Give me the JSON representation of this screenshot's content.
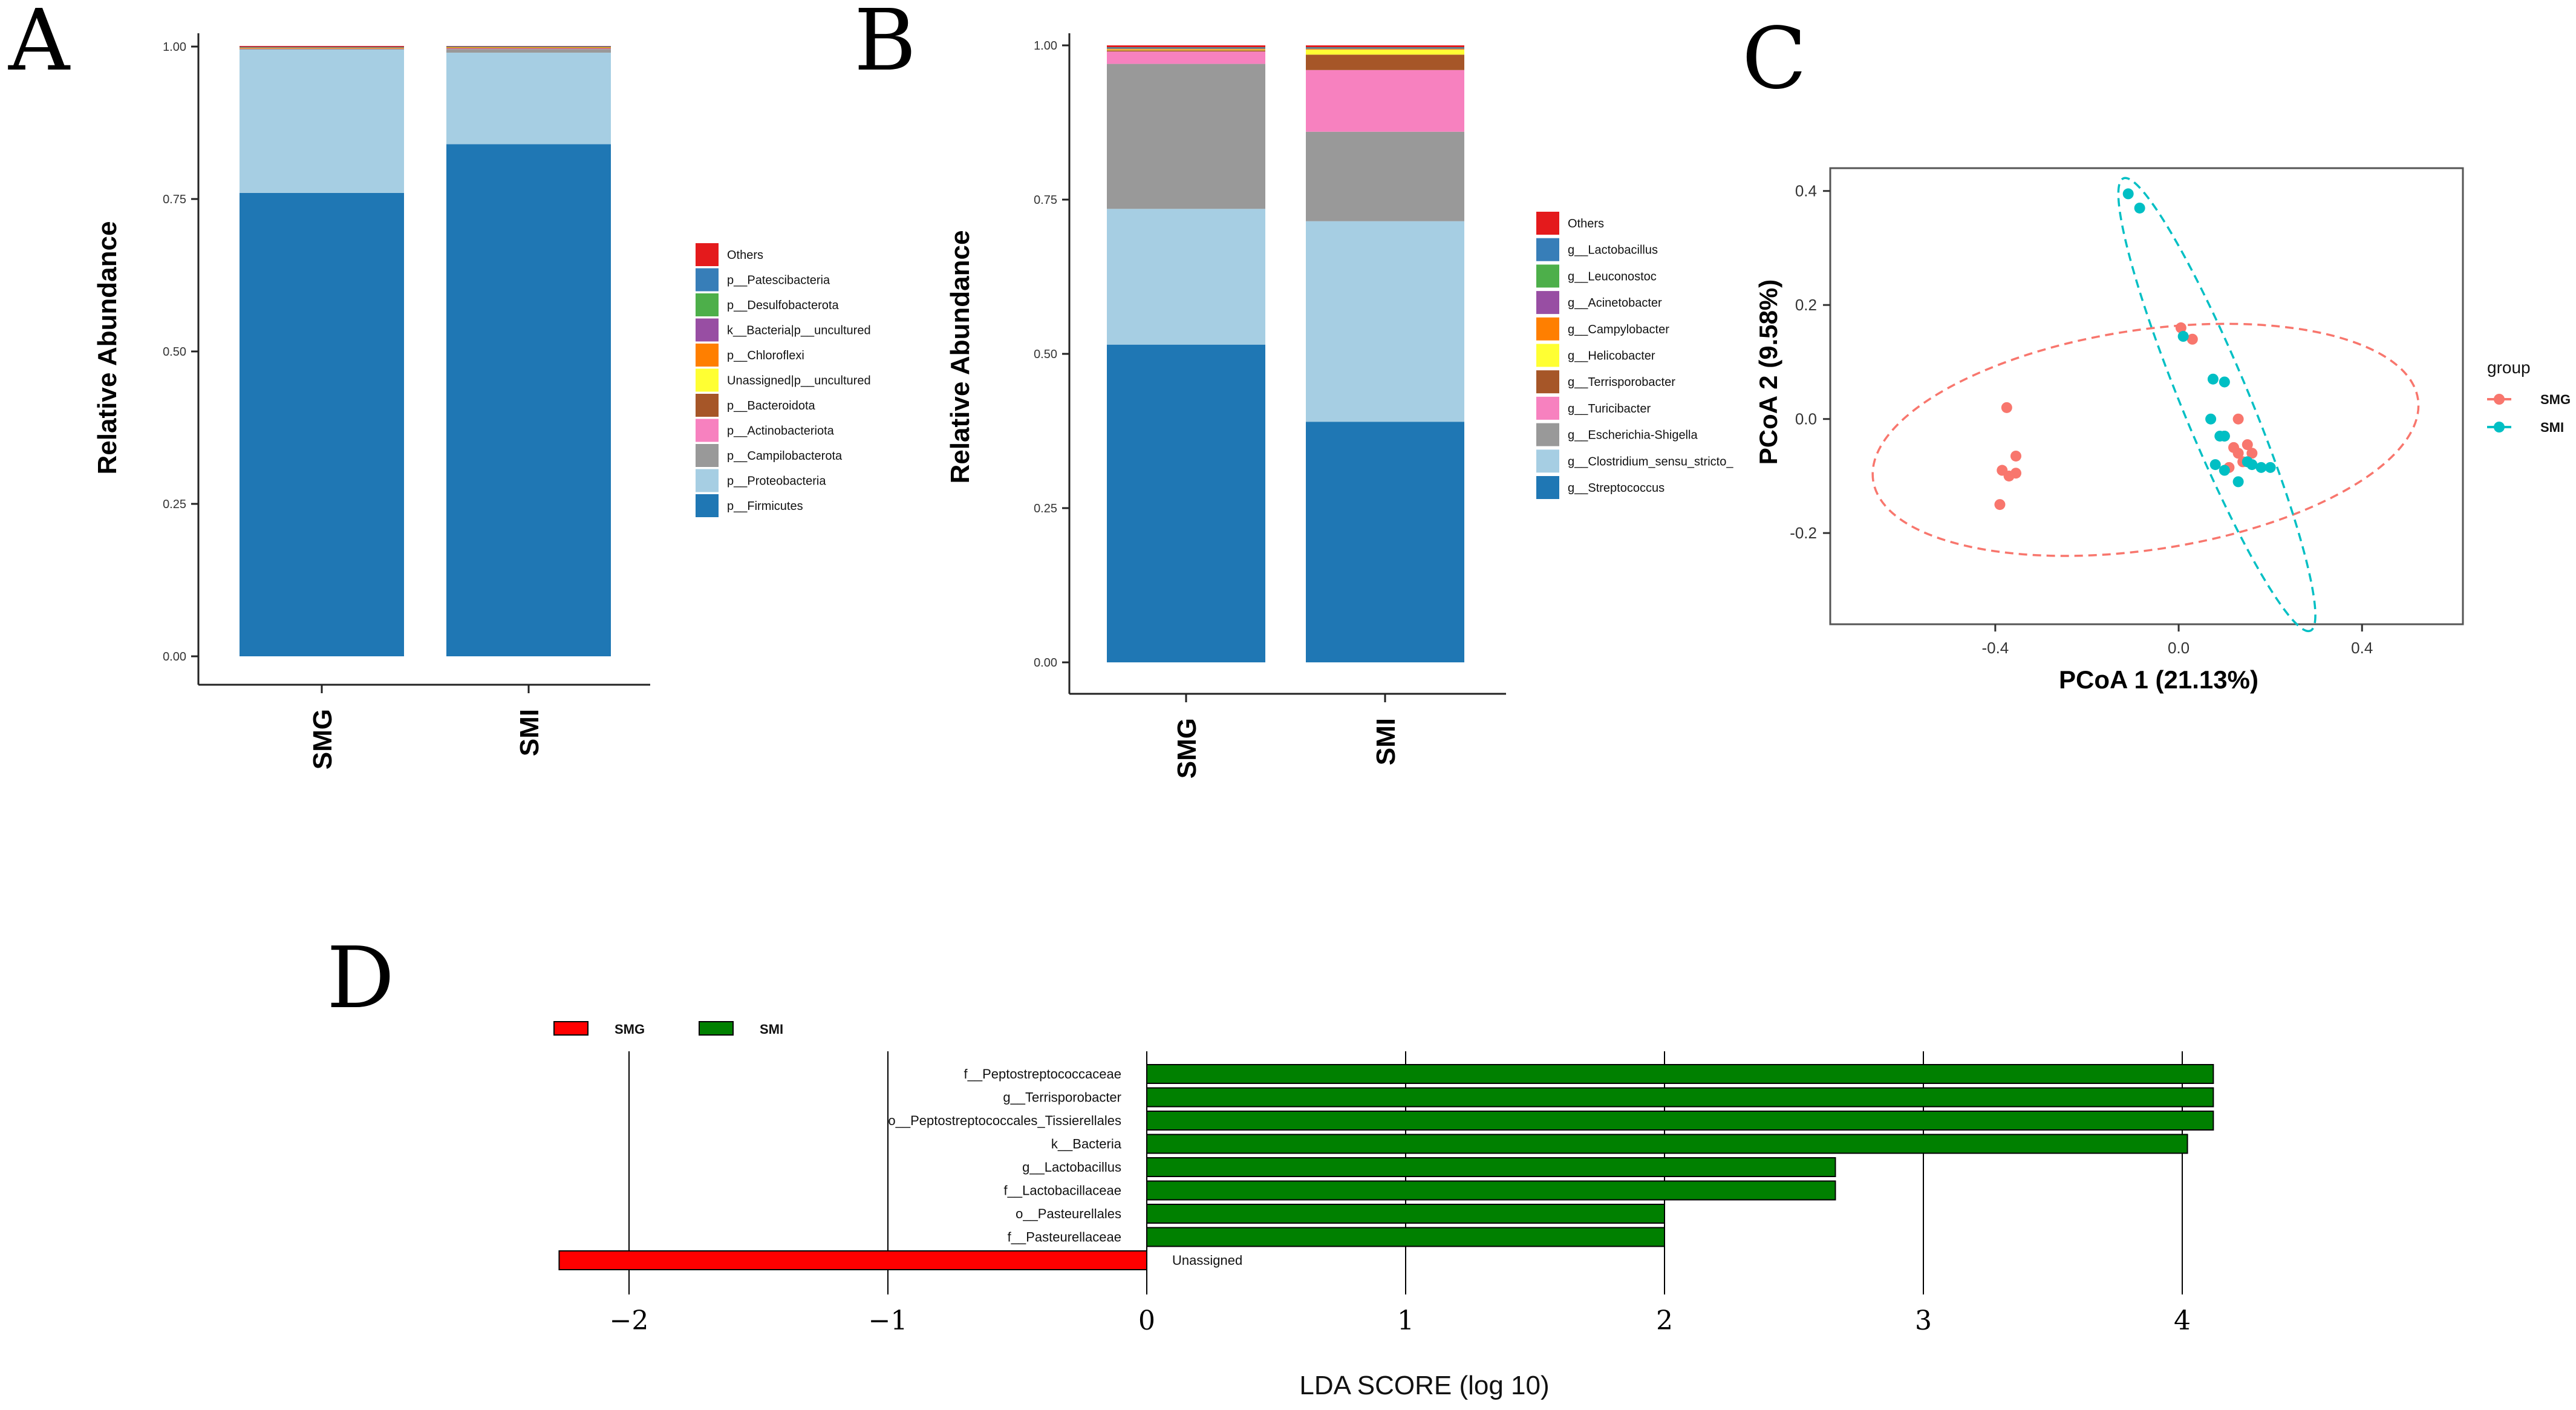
{
  "panels": {
    "a": "A",
    "b": "B",
    "c": "C",
    "d": "D"
  },
  "chart_data": [
    {
      "panel": "A",
      "type": "bar",
      "stacked": true,
      "ylabel": "Relative Abundance",
      "xlabel": "",
      "ylim": [
        0,
        1
      ],
      "yticks": [
        "0.00",
        "0.25",
        "0.50",
        "0.75",
        "1.00"
      ],
      "categories": [
        "SMG",
        "SMI"
      ],
      "legend_position": "right",
      "series": [
        {
          "name": "p__Firmicutes",
          "color": "#1f77b4",
          "values": [
            0.76,
            0.84
          ]
        },
        {
          "name": "p__Proteobacteria",
          "color": "#a6cee3",
          "values": [
            0.235,
            0.15
          ]
        },
        {
          "name": "p__Campilobacterota",
          "color": "#999999",
          "values": [
            0.001,
            0.006
          ]
        },
        {
          "name": "p__Actinobacteriota",
          "color": "#f781bf",
          "values": [
            0.0005,
            0.001
          ]
        },
        {
          "name": "p__Bacteroidota",
          "color": "#a65628",
          "values": [
            0.0005,
            0.001
          ]
        },
        {
          "name": "Unassigned|p__uncultured",
          "color": "#ffff33",
          "values": [
            0.0005,
            0.0005
          ]
        },
        {
          "name": "p__Chloroflexi",
          "color": "#ff7f00",
          "values": [
            0.0005,
            0.0005
          ]
        },
        {
          "name": "k__Bacteria|p__uncultured",
          "color": "#984ea3",
          "values": [
            0.0005,
            0.0005
          ]
        },
        {
          "name": "p__Desulfobacterota",
          "color": "#4daf4a",
          "values": [
            0.0005,
            0.0005
          ]
        },
        {
          "name": "p__Patescibacteria",
          "color": "#377eb8",
          "values": [
            0.0005,
            0.0005
          ]
        },
        {
          "name": "Others",
          "color": "#e41a1c",
          "values": [
            0.0015,
            0.0005
          ]
        }
      ]
    },
    {
      "panel": "B",
      "type": "bar",
      "stacked": true,
      "ylabel": "Relative Abundance",
      "xlabel": "",
      "ylim": [
        0,
        1
      ],
      "yticks": [
        "0.00",
        "0.25",
        "0.50",
        "0.75",
        "1.00"
      ],
      "categories": [
        "SMG",
        "SMI"
      ],
      "legend_position": "right",
      "series": [
        {
          "name": "g__Streptococcus",
          "color": "#1f77b4",
          "values": [
            0.515,
            0.39
          ]
        },
        {
          "name": "g__Clostridium_sensu_stricto_",
          "color": "#a6cee3",
          "values": [
            0.22,
            0.325
          ]
        },
        {
          "name": "g__Escherichia-Shigella",
          "color": "#999999",
          "values": [
            0.235,
            0.145
          ]
        },
        {
          "name": "g__Turicibacter",
          "color": "#f781bf",
          "values": [
            0.02,
            0.1
          ]
        },
        {
          "name": "g__Terrisporobacter",
          "color": "#a65628",
          "values": [
            0.002,
            0.025
          ]
        },
        {
          "name": "g__Helicobacter",
          "color": "#ffff33",
          "values": [
            0.001,
            0.008
          ]
        },
        {
          "name": "g__Campylobacter",
          "color": "#ff7f00",
          "values": [
            0.001,
            0.001
          ]
        },
        {
          "name": "g__Acinetobacter",
          "color": "#984ea3",
          "values": [
            0.001,
            0.001
          ]
        },
        {
          "name": "g__Leuconostoc",
          "color": "#4daf4a",
          "values": [
            0.001,
            0.001
          ]
        },
        {
          "name": "g__Lactobacillus",
          "color": "#377eb8",
          "values": [
            0.001,
            0.001
          ]
        },
        {
          "name": "Others",
          "color": "#e41a1c",
          "values": [
            0.003,
            0.003
          ]
        }
      ]
    },
    {
      "panel": "C",
      "type": "scatter",
      "xlabel": "PCoA 1 (21.13%)",
      "ylabel": "PCoA 2 (9.58%)",
      "xlim": [
        -0.76,
        0.62
      ],
      "ylim": [
        -0.36,
        0.44
      ],
      "xticks": [
        -0.4,
        0.0,
        0.4
      ],
      "yticks": [
        -0.2,
        0.0,
        0.2,
        0.4
      ],
      "xtick_labels": [
        "-0.4",
        "0.0",
        "0.4"
      ],
      "ytick_labels": [
        "-0.2",
        "0.0",
        "0.2",
        "0.4"
      ],
      "legend_title": "group",
      "legend_position": "right",
      "ellipses": true,
      "series": [
        {
          "name": "SMG",
          "color": "#f8766d",
          "points": [
            [
              -0.375,
              0.02
            ],
            [
              -0.385,
              -0.09
            ],
            [
              -0.39,
              -0.15
            ],
            [
              -0.37,
              -0.1
            ],
            [
              -0.355,
              -0.065
            ],
            [
              -0.355,
              -0.095
            ],
            [
              0.005,
              0.16
            ],
            [
              0.03,
              0.14
            ],
            [
              0.1,
              -0.03
            ],
            [
              0.12,
              -0.05
            ],
            [
              0.13,
              -0.06
            ],
            [
              0.15,
              -0.045
            ],
            [
              0.16,
              -0.06
            ],
            [
              0.13,
              0.0
            ],
            [
              0.11,
              -0.085
            ],
            [
              0.14,
              -0.075
            ]
          ]
        },
        {
          "name": "SMI",
          "color": "#00bfc4",
          "points": [
            [
              -0.11,
              0.395
            ],
            [
              -0.085,
              0.37
            ],
            [
              0.01,
              0.145
            ],
            [
              0.075,
              0.07
            ],
            [
              0.1,
              0.065
            ],
            [
              0.07,
              0.0
            ],
            [
              0.09,
              -0.03
            ],
            [
              0.08,
              -0.08
            ],
            [
              0.1,
              -0.09
            ],
            [
              0.13,
              -0.11
            ],
            [
              0.16,
              -0.08
            ],
            [
              0.18,
              -0.085
            ],
            [
              0.2,
              -0.085
            ],
            [
              0.15,
              -0.075
            ],
            [
              0.1,
              -0.03
            ]
          ]
        }
      ]
    },
    {
      "panel": "D",
      "type": "bar",
      "orientation": "horizontal",
      "xlabel": "LDA SCORE (log 10)",
      "ylabel": "",
      "xlim": [
        -2.4,
        4.4
      ],
      "xticks": [
        -2,
        -1,
        0,
        1,
        2,
        3,
        4
      ],
      "xtick_labels": [
        "−2",
        "−1",
        "0",
        "1",
        "2",
        "3",
        "4"
      ],
      "legend_position": "top-left",
      "legend": [
        {
          "name": "SMG",
          "color": "#ff0000"
        },
        {
          "name": "SMI",
          "color": "#008000"
        }
      ],
      "categories": [
        "f__Peptostreptococcaceae",
        "g__Terrisporobacter",
        "o__Peptostreptococcales_Tissierellales",
        "k__Bacteria",
        "g__Lactobacillus",
        "f__Lactobacillaceae",
        "o__Pasteurellales",
        "f__Pasteurellaceae",
        "Unassigned"
      ],
      "values": [
        4.12,
        4.12,
        4.12,
        4.02,
        2.66,
        2.66,
        2.0,
        2.0,
        -2.27
      ],
      "groups": [
        "SMI",
        "SMI",
        "SMI",
        "SMI",
        "SMI",
        "SMI",
        "SMI",
        "SMI",
        "SMG"
      ]
    }
  ]
}
